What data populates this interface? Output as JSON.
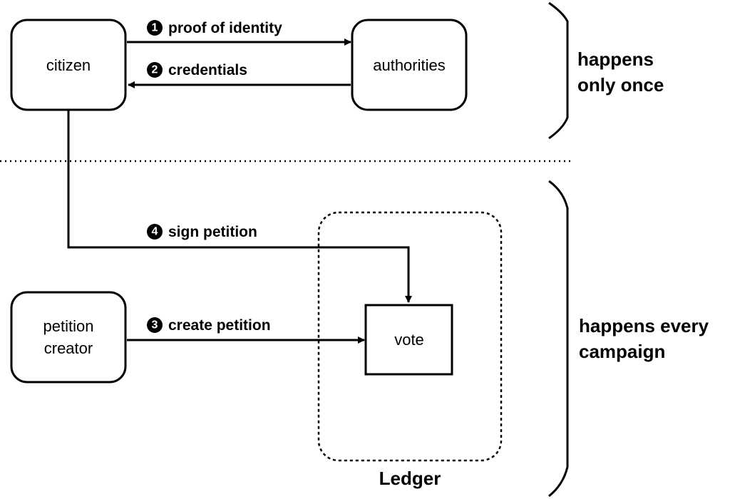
{
  "nodes": {
    "citizen": "citizen",
    "authorities": "authorities",
    "petition_creator": [
      "petition",
      "creator"
    ],
    "vote": "vote"
  },
  "steps": [
    {
      "number": "1",
      "label": "proof of identity"
    },
    {
      "number": "2",
      "label": "credentials"
    },
    {
      "number": "3",
      "label": "create petition"
    },
    {
      "number": "4",
      "label": "sign petition"
    }
  ],
  "ledger_label": "Ledger",
  "phases": {
    "once": [
      "happens",
      "only once"
    ],
    "every": [
      "happens every",
      "campaign"
    ]
  }
}
